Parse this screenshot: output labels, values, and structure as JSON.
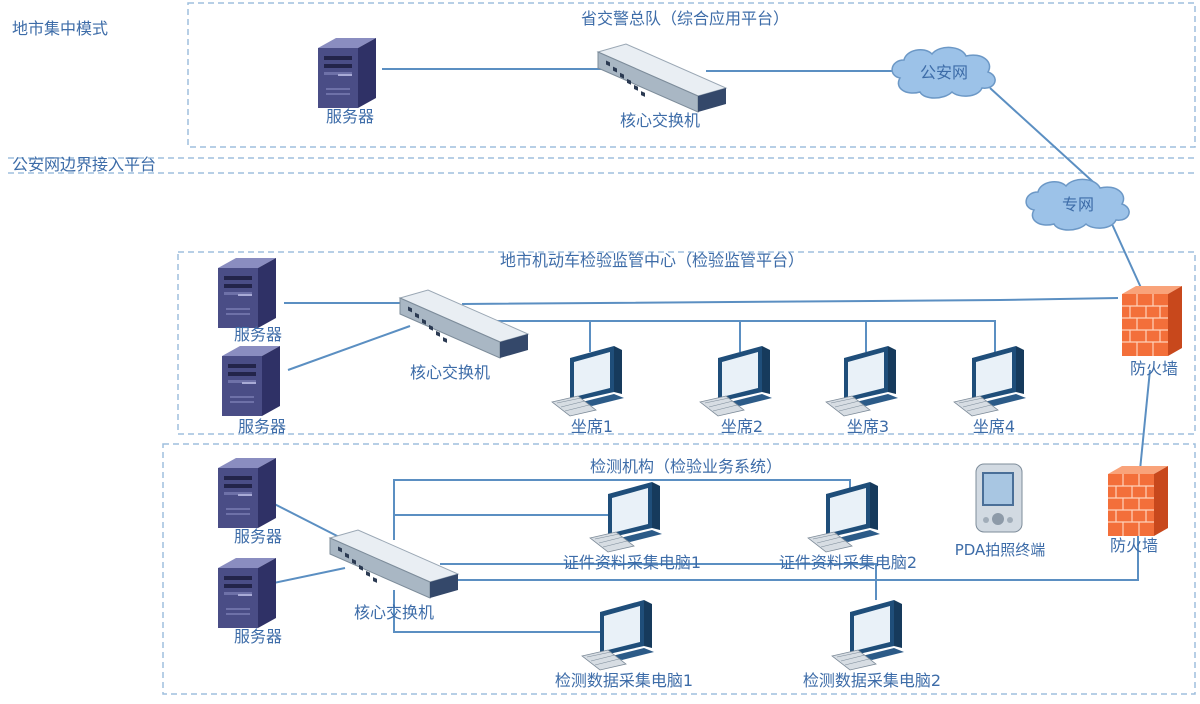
{
  "side_labels": {
    "mode": "地市集中模式",
    "border_platform": "公安网边界接入平台"
  },
  "top_region": {
    "title": "省交警总队（综合应用平台）",
    "server": "服务器",
    "core_switch": "核心交换机"
  },
  "clouds": {
    "police_net": "公安网",
    "private_net": "专网"
  },
  "middle_region": {
    "title": "地市机动车检验监管中心（检验监管平台）",
    "server_1": "服务器",
    "server_2": "服务器",
    "core_switch": "核心交换机",
    "seats": [
      "坐席1",
      "坐席2",
      "坐席3",
      "坐席4"
    ],
    "firewall": "防火墙"
  },
  "bottom_region": {
    "title": "检测机构（检验业务系统）",
    "server_1": "服务器",
    "server_2": "服务器",
    "core_switch": "核心交换机",
    "cert_pc_1": "证件资料采集电脑1",
    "cert_pc_2": "证件资料采集电脑2",
    "pda": "PDA拍照终端",
    "firewall": "防火墙",
    "data_pc_1": "检测数据采集电脑1",
    "data_pc_2": "检测数据采集电脑2"
  },
  "colors": {
    "line": "#5b8fc2",
    "dashed_border": "#9fbfdd",
    "text": "#3d6ca8",
    "cloud_fill": "#9cc2e8",
    "server_body": "#4a4d86",
    "firewall": "#f36f3a"
  }
}
